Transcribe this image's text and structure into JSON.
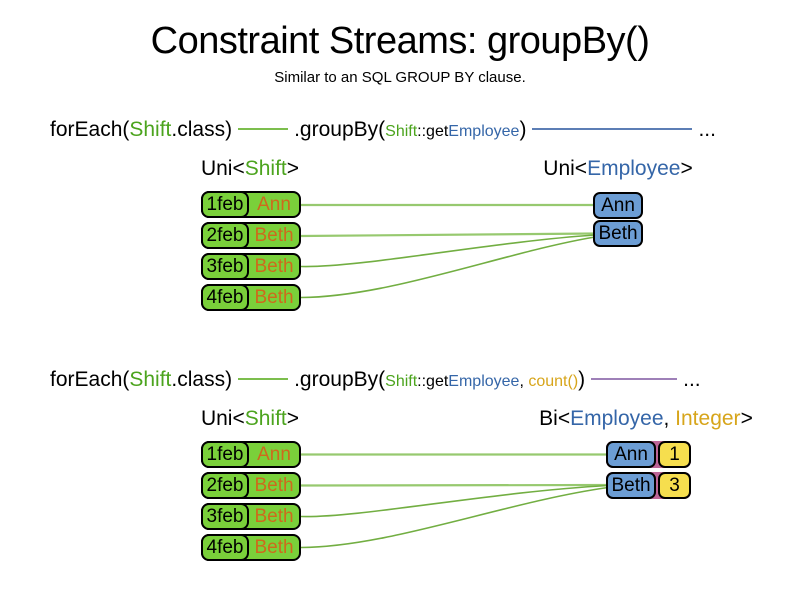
{
  "title": "Constraint Streams: groupBy()",
  "subtitle": "Similar to an SQL GROUP BY clause.",
  "colors": {
    "class_text_green": "#4CA41E",
    "employee_text_blue": "#3566A8",
    "integer_text_gold": "#D7A51B",
    "name_text_orange": "#CE6A1C",
    "row_fill_green": "#7AD03A",
    "group_fill_blue": "#6C9DD4",
    "count_fill_yellow": "#F6DE4E",
    "pair_fill_pink": "#BC6497",
    "line_green": "#7CBE4D",
    "line_blue": "#5C7EB5",
    "line_purple": "#9E80B8"
  },
  "streams": [
    {
      "code": {
        "foreach_pre": "forEach(",
        "foreach_class": "Shift",
        "foreach_post": ".class)",
        "groupby_open": ".groupBy(",
        "arg_class": "Shift",
        "arg_accessor": "::get",
        "arg_property": "Employee",
        "arg_separator": "",
        "arg_collector": "",
        "groupby_close": ")",
        "ellipsis": "..."
      },
      "source_label": {
        "pre": "Uni<",
        "type": "Shift",
        "post": ">"
      },
      "result_label": {
        "pre": "Uni<",
        "type1": "Employee",
        "sep": "",
        "type2": "",
        "post": ">"
      },
      "rows": [
        {
          "date": "1feb",
          "name": "Ann"
        },
        {
          "date": "2feb",
          "name": "Beth"
        },
        {
          "date": "3feb",
          "name": "Beth"
        },
        {
          "date": "4feb",
          "name": "Beth"
        }
      ],
      "groups": [
        {
          "name": "Ann"
        },
        {
          "name": "Beth"
        }
      ]
    },
    {
      "code": {
        "foreach_pre": "forEach(",
        "foreach_class": "Shift",
        "foreach_post": ".class)",
        "groupby_open": ".groupBy(",
        "arg_class": "Shift",
        "arg_accessor": "::get",
        "arg_property": "Employee",
        "arg_separator": ", ",
        "arg_collector": "count()",
        "groupby_close": ")",
        "ellipsis": "..."
      },
      "source_label": {
        "pre": "Uni<",
        "type": "Shift",
        "post": ">"
      },
      "result_label": {
        "pre": "Bi<",
        "type1": "Employee",
        "sep": ", ",
        "type2": "Integer",
        "post": ">"
      },
      "rows": [
        {
          "date": "1feb",
          "name": "Ann"
        },
        {
          "date": "2feb",
          "name": "Beth"
        },
        {
          "date": "3feb",
          "name": "Beth"
        },
        {
          "date": "4feb",
          "name": "Beth"
        }
      ],
      "groups": [
        {
          "name": "Ann",
          "count": "1"
        },
        {
          "name": "Beth",
          "count": "3"
        }
      ]
    }
  ]
}
